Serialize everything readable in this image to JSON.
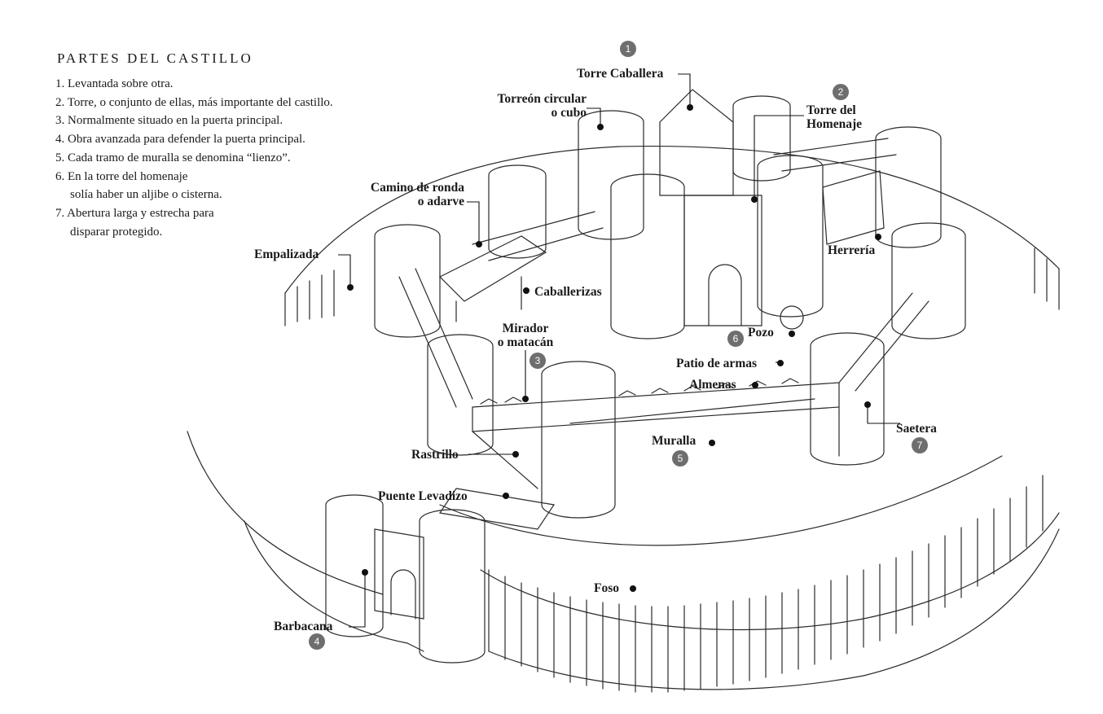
{
  "legend": {
    "title": "PARTES DEL CASTILLO",
    "items": [
      {
        "text": "1. Levantada sobre otra."
      },
      {
        "text": "2. Torre, o conjunto de ellas, más importante del castillo."
      },
      {
        "text": "3. Normalmente situado en la puerta principal."
      },
      {
        "text": "4. Obra avanzada para defender la puerta principal."
      },
      {
        "text": "5. Cada tramo de muralla se denomina “lienzo”."
      },
      {
        "text": "6. En la torre del homenaje",
        "cont": "solía haber un aljibe o cisterna."
      },
      {
        "text": "7. Abertura larga y estrecha para",
        "cont": "disparar protegido."
      }
    ]
  },
  "labels": {
    "torre_caballera": "Torre Caballera",
    "torreon_1": "Torreón circular",
    "torreon_2": "o cubo",
    "homenaje_1": "Torre del",
    "homenaje_2": "Homenaje",
    "camino_1": "Camino de ronda",
    "camino_2": "o adarve",
    "herreria": "Herrería",
    "empalizada": "Empalizada",
    "caballerizas": "Caballerizas",
    "mirador_1": "Mirador",
    "mirador_2": "o matacán",
    "pozo": "Pozo",
    "patio": "Patio de armas",
    "almenas": "Almenas",
    "saetera": "Saetera",
    "muralla": "Muralla",
    "rastrillo": "Rastrillo",
    "puente": "Puente Levadizo",
    "foso": "Foso",
    "barbacana": "Barbacana"
  },
  "badges": [
    "1",
    "2",
    "3",
    "4",
    "5",
    "6",
    "7"
  ]
}
